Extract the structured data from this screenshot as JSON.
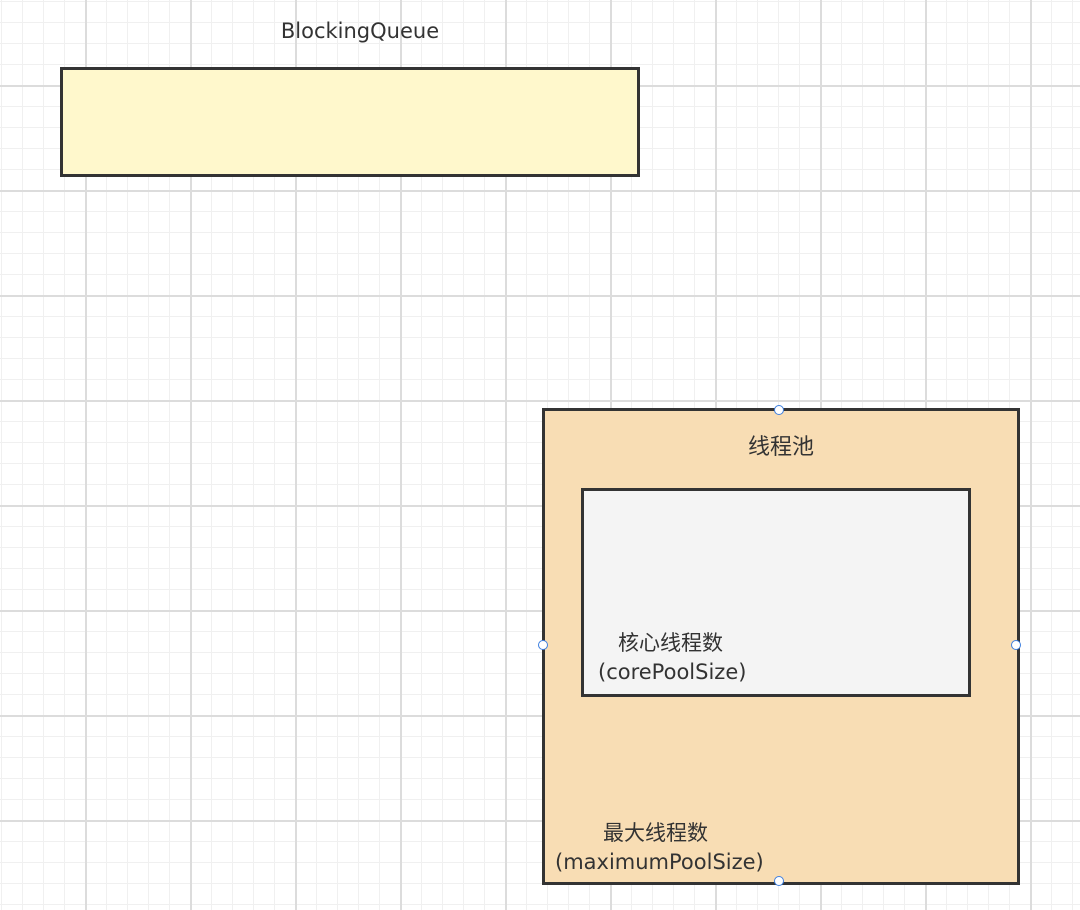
{
  "queue": {
    "label": "BlockingQueue",
    "fill_color": "#fff8cc"
  },
  "pool": {
    "title": "线程池",
    "fill_color": "#f8ddb4",
    "core": {
      "label_line1": "核心线程数",
      "label_line2": "(corePoolSize)",
      "fill_color": "#f4f4f4"
    },
    "max": {
      "label_line1": "最大线程数",
      "label_line2": "(maximumPoolSize)"
    }
  },
  "selection_handle_color": "#3d7fe0"
}
